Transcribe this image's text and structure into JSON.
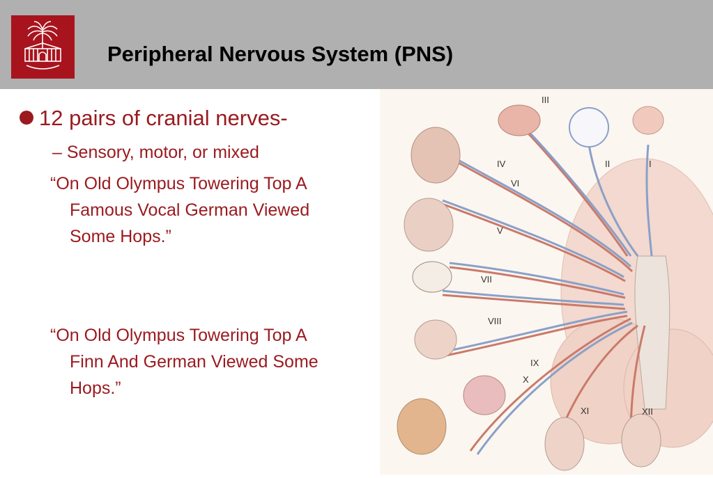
{
  "slide": {
    "title": "Peripheral Nervous System (PNS)",
    "bullet": "12 pairs of cranial nerves-",
    "sub_bullet": "Sensory, motor, or mixed",
    "sub_dash": "–",
    "mnemonic1": [
      "“On Old Olympus Towering Top A",
      "Famous Vocal German Viewed",
      "Some Hops.”"
    ],
    "mnemonic2": [
      "“On Old Olympus Towering Top A",
      "Finn And German Viewed Some",
      "Hops.”"
    ]
  },
  "diagram": {
    "nerve_labels": [
      "III",
      "IV",
      "VI",
      "II",
      "I",
      "V",
      "VII",
      "VIII",
      "IX",
      "X",
      "XI",
      "XII"
    ]
  },
  "colors": {
    "header_bg": "#b0b0b0",
    "logo_bg": "#a8141e",
    "text_accent": "#9a1a1f"
  }
}
